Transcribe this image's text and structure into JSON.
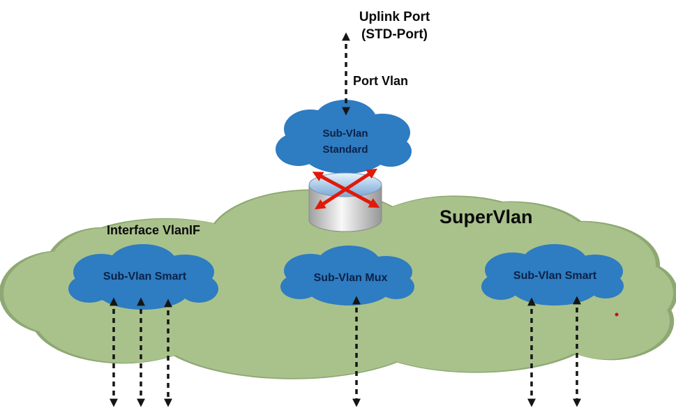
{
  "labels": {
    "uplink_port_line1": "Uplink Port",
    "uplink_port_line2": "(STD-Port)",
    "port_vlan": "Port Vlan",
    "supervlan": "SuperVlan",
    "interface_vlanif": "Interface VlanIF"
  },
  "clouds": {
    "standard_line1": "Sub-Vlan",
    "standard_line2": "Standard",
    "smart_left": "Sub-Vlan Smart",
    "mux": "Sub-Vlan Mux",
    "smart_right": "Sub-Vlan Smart"
  },
  "colors": {
    "sub_vlan_cloud_fill": "#2e7cc1",
    "super_vlan_cloud_fill": "#a9c28c",
    "super_vlan_cloud_edge": "#8ea873",
    "cloud_label_text": "#0c2147",
    "outer_label_text": "#0a0a0a",
    "dashed_arrow": "#151515",
    "router_arrow": "#e0190a"
  }
}
